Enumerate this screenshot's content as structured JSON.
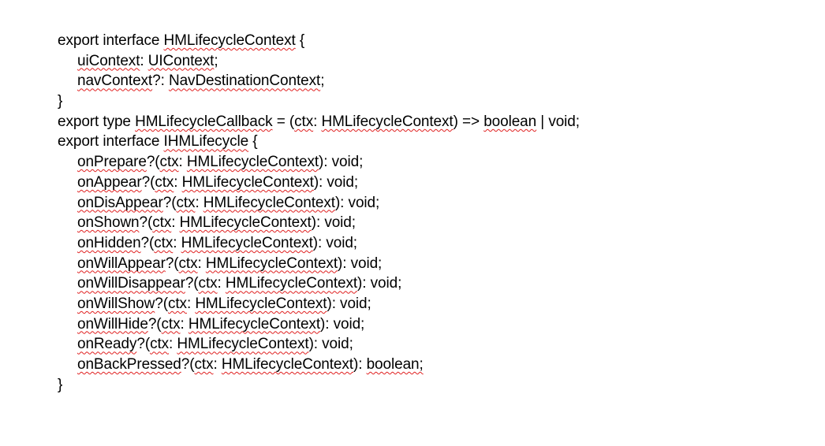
{
  "colors": {
    "text": "#000000",
    "spellcheck_squiggle": "#e02020",
    "background": "#ffffff"
  },
  "lines": [
    {
      "indent": false,
      "segs": [
        {
          "t": "export interface "
        },
        {
          "t": "HMLifecycleContext",
          "sq": true
        },
        {
          "t": " {"
        }
      ]
    },
    {
      "indent": true,
      "segs": [
        {
          "t": "uiContext",
          "sq": true
        },
        {
          "t": ": "
        },
        {
          "t": "UIContext",
          "sq": true
        },
        {
          "t": ";"
        }
      ]
    },
    {
      "indent": true,
      "segs": [
        {
          "t": "navContext",
          "sq": true
        },
        {
          "t": "?: "
        },
        {
          "t": "NavDestinationContext",
          "sq": true
        },
        {
          "t": ";"
        }
      ]
    },
    {
      "indent": false,
      "segs": [
        {
          "t": "}"
        }
      ]
    },
    {
      "indent": false,
      "segs": [
        {
          "t": "export type "
        },
        {
          "t": "HMLifecycleCallback",
          "sq": true
        },
        {
          "t": " = ("
        },
        {
          "t": "ctx",
          "sq": true
        },
        {
          "t": ": "
        },
        {
          "t": "HMLifecycleContext",
          "sq": true
        },
        {
          "t": ") => "
        },
        {
          "t": "boolean",
          "sq": true
        },
        {
          "t": " | void;"
        }
      ]
    },
    {
      "indent": false,
      "segs": [
        {
          "t": "export interface "
        },
        {
          "t": "IHMLifecycle",
          "sq": true
        },
        {
          "t": " {"
        }
      ]
    },
    {
      "indent": true,
      "segs": [
        {
          "t": "onPrepare",
          "sq": true
        },
        {
          "t": "?("
        },
        {
          "t": "ctx",
          "sq": true
        },
        {
          "t": ": "
        },
        {
          "t": "HMLifecycleContext",
          "sq": true
        },
        {
          "t": "): void;"
        }
      ]
    },
    {
      "indent": true,
      "segs": [
        {
          "t": "onAppear",
          "sq": true
        },
        {
          "t": "?("
        },
        {
          "t": "ctx",
          "sq": true
        },
        {
          "t": ": "
        },
        {
          "t": "HMLifecycleContext",
          "sq": true
        },
        {
          "t": "): void;"
        }
      ]
    },
    {
      "indent": true,
      "segs": [
        {
          "t": "onDisAppear",
          "sq": true
        },
        {
          "t": "?("
        },
        {
          "t": "ctx",
          "sq": true
        },
        {
          "t": ": "
        },
        {
          "t": "HMLifecycleContext",
          "sq": true
        },
        {
          "t": "): void;"
        }
      ]
    },
    {
      "indent": true,
      "segs": [
        {
          "t": "onShown",
          "sq": true
        },
        {
          "t": "?("
        },
        {
          "t": "ctx",
          "sq": true
        },
        {
          "t": ": "
        },
        {
          "t": "HMLifecycleContext",
          "sq": true
        },
        {
          "t": "): void;"
        }
      ]
    },
    {
      "indent": true,
      "segs": [
        {
          "t": "onHidden",
          "sq": true
        },
        {
          "t": "?("
        },
        {
          "t": "ctx",
          "sq": true
        },
        {
          "t": ": "
        },
        {
          "t": "HMLifecycleContext",
          "sq": true
        },
        {
          "t": "): void;"
        }
      ]
    },
    {
      "indent": true,
      "segs": [
        {
          "t": "onWillAppear",
          "sq": true
        },
        {
          "t": "?("
        },
        {
          "t": "ctx",
          "sq": true
        },
        {
          "t": ": "
        },
        {
          "t": "HMLifecycleContext",
          "sq": true
        },
        {
          "t": "): void;"
        }
      ]
    },
    {
      "indent": true,
      "segs": [
        {
          "t": "onWillDisappear",
          "sq": true
        },
        {
          "t": "?("
        },
        {
          "t": "ctx",
          "sq": true
        },
        {
          "t": ": "
        },
        {
          "t": "HMLifecycleContext",
          "sq": true
        },
        {
          "t": "): void;"
        }
      ]
    },
    {
      "indent": true,
      "segs": [
        {
          "t": "onWillShow",
          "sq": true
        },
        {
          "t": "?("
        },
        {
          "t": "ctx",
          "sq": true
        },
        {
          "t": ": "
        },
        {
          "t": "HMLifecycleContext",
          "sq": true
        },
        {
          "t": "): void;"
        }
      ]
    },
    {
      "indent": true,
      "segs": [
        {
          "t": "onWillHide",
          "sq": true
        },
        {
          "t": "?("
        },
        {
          "t": "ctx",
          "sq": true
        },
        {
          "t": ": "
        },
        {
          "t": "HMLifecycleContext",
          "sq": true
        },
        {
          "t": "): void;"
        }
      ]
    },
    {
      "indent": true,
      "segs": [
        {
          "t": "onReady",
          "sq": true
        },
        {
          "t": "?("
        },
        {
          "t": "ctx",
          "sq": true
        },
        {
          "t": ": "
        },
        {
          "t": "HMLifecycleContext",
          "sq": true
        },
        {
          "t": "): void;"
        }
      ]
    },
    {
      "indent": true,
      "segs": [
        {
          "t": "onBackPressed",
          "sq": true
        },
        {
          "t": "?("
        },
        {
          "t": "ctx",
          "sq": true
        },
        {
          "t": ": "
        },
        {
          "t": "HMLifecycleContext",
          "sq": true
        },
        {
          "t": "): "
        },
        {
          "t": "boolean;",
          "sq": true
        }
      ]
    },
    {
      "indent": false,
      "segs": [
        {
          "t": "}"
        }
      ]
    }
  ]
}
